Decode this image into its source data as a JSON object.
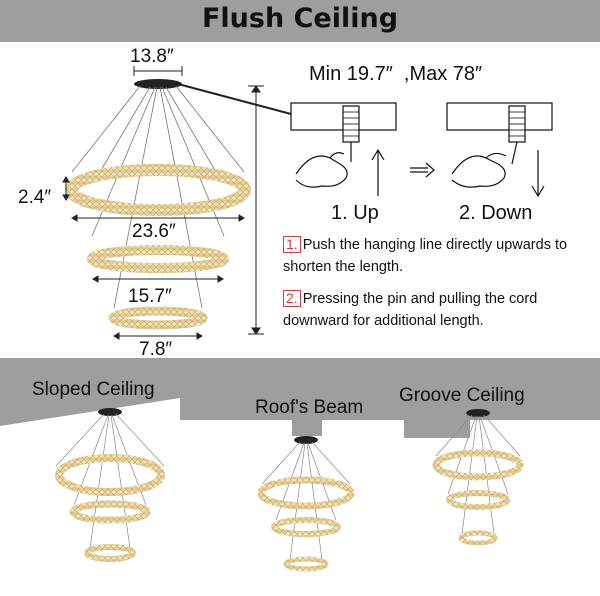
{
  "title": "Flush Ceiling",
  "dimensions": {
    "canopy": "13.8″",
    "ring_height": "2.4″",
    "ring_large": "23.6″",
    "ring_medium": "15.7″",
    "ring_small": "7.8″"
  },
  "adjustment": {
    "range": "Min 19.7″  ,Max 78″",
    "step_up": "1. Up",
    "step_down": "2. Down",
    "instructions": [
      {
        "num": "1.",
        "text": "Push the hanging line directly upwards to shorten the length."
      },
      {
        "num": "2.",
        "text": "Pressing the pin and pulling the cord downward for additional length."
      }
    ]
  },
  "ceiling_types": {
    "sloped": "Sloped Ceiling",
    "beam": "Roof's Beam",
    "groove": "Groove Ceiling"
  },
  "colors": {
    "ceiling_gray": "#9e9e9e",
    "ring_gold": "#e6cf8e",
    "accent_red": "#d13b3b"
  }
}
